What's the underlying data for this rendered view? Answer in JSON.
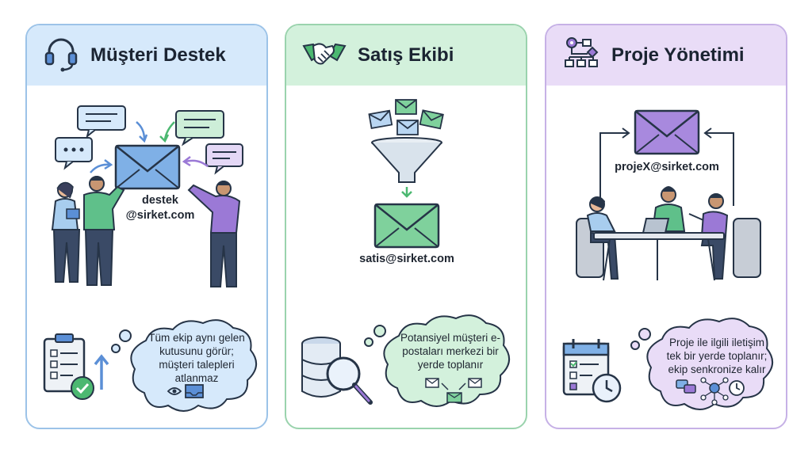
{
  "panels": [
    {
      "title": "Müşteri Destek",
      "email_line1": "destek",
      "email_line2": "@sirket.com",
      "cloud_text": "Tüm ekip aynı gelen kutusunu görür; müşteri talepleri atlanmaz",
      "accent": "#5b8fd6",
      "icons": [
        "headset-icon",
        "chat-bubble-icon",
        "envelope-icon",
        "clipboard-checklist-icon",
        "eye-icon",
        "inbox-icon"
      ]
    },
    {
      "title": "Satış Ekibi",
      "email": "satis@sirket.com",
      "cloud_text": "Potansiyel müşteri e-postaları merkezi bir yerde toplanır",
      "accent": "#4cb871",
      "icons": [
        "handshake-icon",
        "funnel-icon",
        "envelope-icon",
        "database-icon",
        "magnifier-icon"
      ]
    },
    {
      "title": "Proje Yönetimi",
      "email": "projeX@sirket.com",
      "cloud_text": "Proje ile ilgili iletişim tek bir yerde toplanır; ekip senkronize kalır",
      "accent": "#9b79d6",
      "icons": [
        "workflow-gear-icon",
        "envelope-icon",
        "calendar-icon",
        "clock-icon",
        "network-icon"
      ]
    }
  ]
}
